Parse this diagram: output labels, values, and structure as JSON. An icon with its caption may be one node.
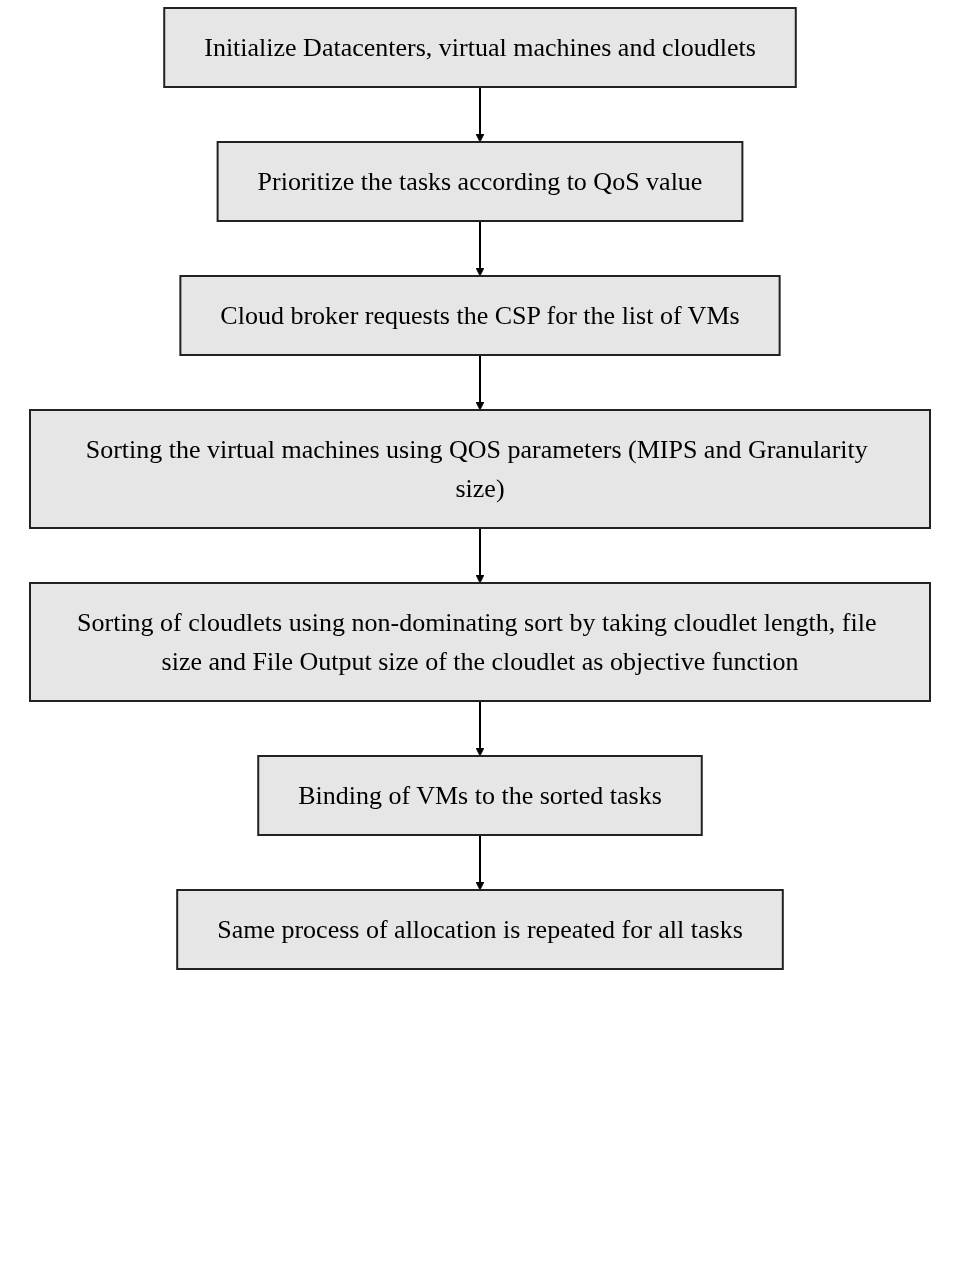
{
  "diagram": {
    "nodes": [
      {
        "text": [
          "Initialize Datacenters, virtual machines and cloudlets"
        ]
      },
      {
        "text": [
          "Prioritize the tasks according to QoS value"
        ]
      },
      {
        "text": [
          "Cloud broker requests the CSP for the list of VMs"
        ]
      },
      {
        "text": [
          "Sorting the virtual machines using QOS parameters (MIPS and Granularity size)"
        ]
      },
      {
        "text": [
          "Sorting of cloudlets using non-dominating sort by taking cloudlet length, file size and File Output size of the cloudlet as objective function"
        ]
      },
      {
        "text": [
          "Binding of VMs to the sorted tasks"
        ]
      },
      {
        "text": [
          "Same process of allocation is repeated for all tasks"
        ]
      }
    ],
    "edges": [
      {
        "from": 0,
        "to": 1,
        "arrow": "to"
      },
      {
        "from": 1,
        "to": 2,
        "arrow": "to"
      },
      {
        "from": 2,
        "to": 3,
        "arrow": "to"
      },
      {
        "from": 3,
        "to": 4,
        "arrow": "to"
      },
      {
        "from": 4,
        "to": 5,
        "arrow": "to"
      },
      {
        "from": 5,
        "to": 6,
        "arrow": "to"
      }
    ]
  }
}
